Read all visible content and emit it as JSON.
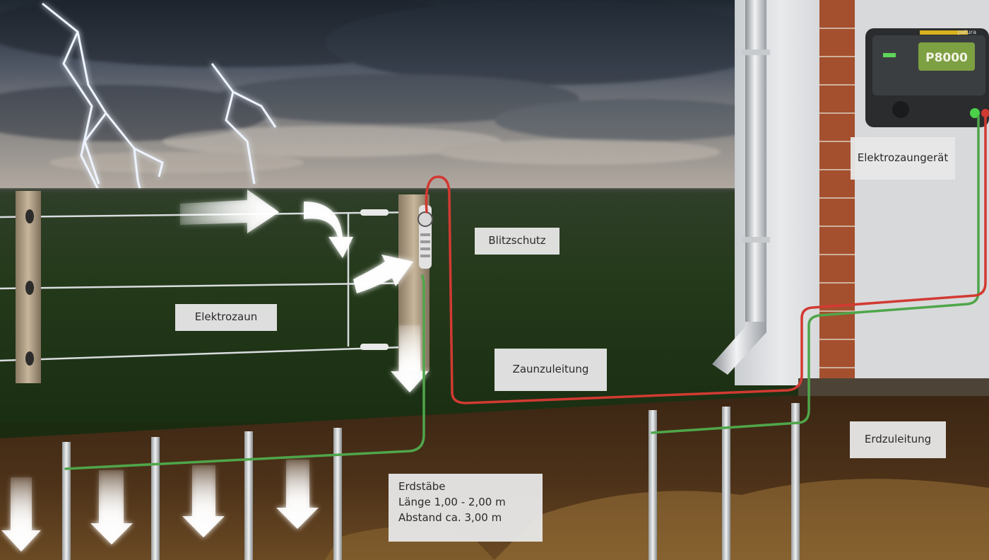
{
  "device": {
    "brand": "patura",
    "model": "P8000"
  },
  "labels": {
    "elektrozaungeraet": "Elektrozaungerät",
    "blitzschutz": "Blitzschutz",
    "elektrozaun": "Elektrozaun",
    "zaunzuleitung": "Zaunzuleitung",
    "erdzuleitung": "Erdzuleitung",
    "erdstaebe": {
      "line1": "Erdstäbe",
      "line2": "Länge 1,00 - 2,00 m",
      "line3": "Abstand ca. 3,00 m"
    }
  },
  "colors": {
    "fence_lead": "#d23a32",
    "earth_lead": "#4fa64a",
    "sky": "#3d4653",
    "grass": "#1f3616",
    "soil": "#4a3019"
  }
}
